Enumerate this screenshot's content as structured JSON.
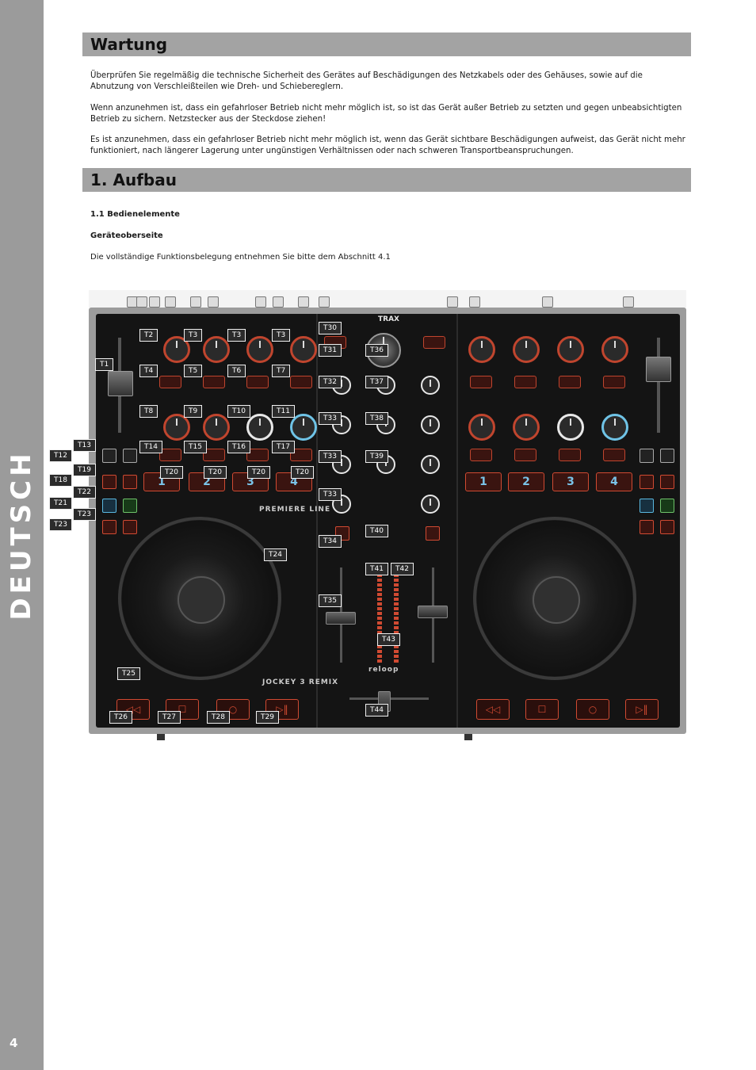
{
  "sidebar": {
    "language": "DEUTSCH",
    "page_number": "4"
  },
  "sections": [
    {
      "title": "Wartung"
    },
    {
      "title": "1. Aufbau"
    }
  ],
  "maintenance": {
    "p1": "Überprüfen Sie regelmäßig die technische Sicherheit des Gerätes auf Beschädigungen des Netzkabels oder des Gehäuses, sowie auf die Abnutzung von Verschleißteilen wie Dreh- und Schiebereglern.",
    "p2": "Wenn anzunehmen ist, dass ein gefahrloser Betrieb nicht mehr möglich ist, so ist das Gerät außer Betrieb zu setzten und gegen unbeabsichtigten Betrieb zu sichern. Netzstecker aus der Steckdose ziehen!",
    "p3": "Es ist anzunehmen, dass ein gefahrloser Betrieb nicht mehr möglich ist, wenn das Gerät sichtbare Beschädigungen aufweist, das Gerät nicht mehr funktioniert, nach längerer Lagerung unter ungünstigen Verhältnissen oder nach schweren Transportbeanspruchungen."
  },
  "setup": {
    "subheading": "1.1 Bedienelemente",
    "subsubheading": "Geräteoberseite",
    "note": "Die vollständige Funktionsbelegung entnehmen Sie bitte dem Abschnitt 4.1"
  },
  "device": {
    "brand": "reloop",
    "model": "JOCKEY 3 REMIX",
    "browser_label": "TRAX",
    "premiere_label": "PREMIERE LINE",
    "pad_numbers": [
      "1",
      "2",
      "3",
      "4"
    ],
    "tags": [
      "T1",
      "T2",
      "T3",
      "T3",
      "T3",
      "T4",
      "T5",
      "T6",
      "T7",
      "T8",
      "T9",
      "T10",
      "T11",
      "T12",
      "T13",
      "T14",
      "T15",
      "T16",
      "T17",
      "T18",
      "T19",
      "T20",
      "T20",
      "T20",
      "T20",
      "T21",
      "T22",
      "T23",
      "T24",
      "T25",
      "T26",
      "T27",
      "T28",
      "T29",
      "T30",
      "T31",
      "T32",
      "T33",
      "T33",
      "T33",
      "T34",
      "T35",
      "T36",
      "T37",
      "T38",
      "T39",
      "T40",
      "T41",
      "T42",
      "T43",
      "T44"
    ]
  }
}
